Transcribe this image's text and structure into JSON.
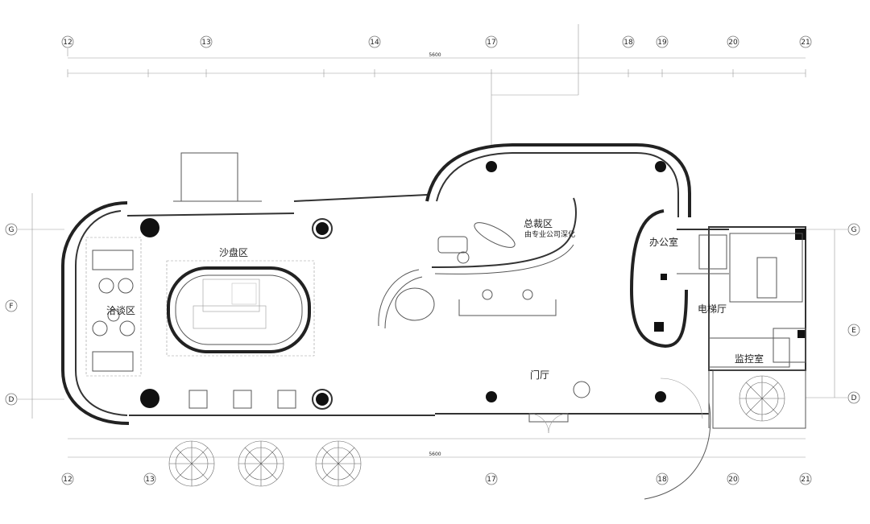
{
  "axis_top": [
    "12",
    "13",
    "14",
    "17",
    "18",
    "19",
    "20",
    "21"
  ],
  "axis_bottom": [
    "12",
    "13",
    "17",
    "18",
    "20",
    "21"
  ],
  "axis_left": [
    "G",
    "F",
    "D"
  ],
  "axis_right": [
    "G",
    "E",
    "D"
  ],
  "dim_top_total": "5600",
  "dim_bottom_total": "5600",
  "rooms": {
    "negotiation": "洽谈区",
    "sandtable": "沙盘区",
    "chief_area_line1": "总裁区",
    "chief_area_line2": "由专业公司深化",
    "office": "办公室",
    "elevator_hall": "电梯厅",
    "monitor": "监控室",
    "lobby": "门厅"
  }
}
